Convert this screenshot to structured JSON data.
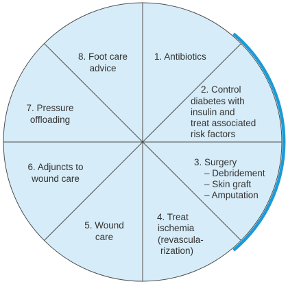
{
  "colors": {
    "fill": "#d6ecf8",
    "stroke": "#4d4d4d",
    "accent": "#1b9ad8",
    "text": "#333333"
  },
  "segments": [
    {
      "lines": [
        "1. Antibiotics"
      ]
    },
    {
      "lines": [
        "2. Control",
        "diabetes with",
        "insulin and",
        "treat associated",
        "risk factors"
      ]
    },
    {
      "lines": [
        "3. Surgery",
        "– Debridement",
        "– Skin graft",
        "– Amputation"
      ]
    },
    {
      "lines": [
        "4. Treat",
        "ischemia",
        "(revascula-",
        "rization)"
      ]
    },
    {
      "lines": [
        "5. Wound",
        "care"
      ]
    },
    {
      "lines": [
        "6. Adjuncts to",
        "wound care"
      ]
    },
    {
      "lines": [
        "7. Pressure",
        "offloading"
      ]
    },
    {
      "lines": [
        "8. Foot care",
        "advice"
      ]
    }
  ]
}
